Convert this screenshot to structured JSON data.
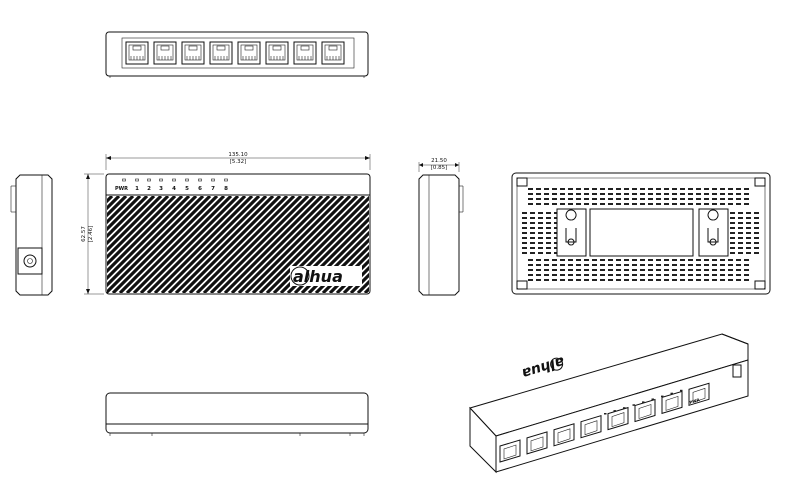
{
  "front_panel": {
    "power_label": "PWR",
    "port_labels": [
      "1",
      "2",
      "3",
      "4",
      "5",
      "6",
      "7",
      "8"
    ],
    "brand": "alhua"
  },
  "dimensions": {
    "width_mm": "135.10",
    "width_in": "[5.32]",
    "height_mm": "62.57",
    "height_in": "[2.46]",
    "depth_mm": "21.50",
    "depth_in": "[0.85]"
  },
  "iso_view": {
    "brand": "alhua",
    "power_label": "PWR"
  },
  "colors": {
    "line": "#111111",
    "background": "#ffffff"
  }
}
